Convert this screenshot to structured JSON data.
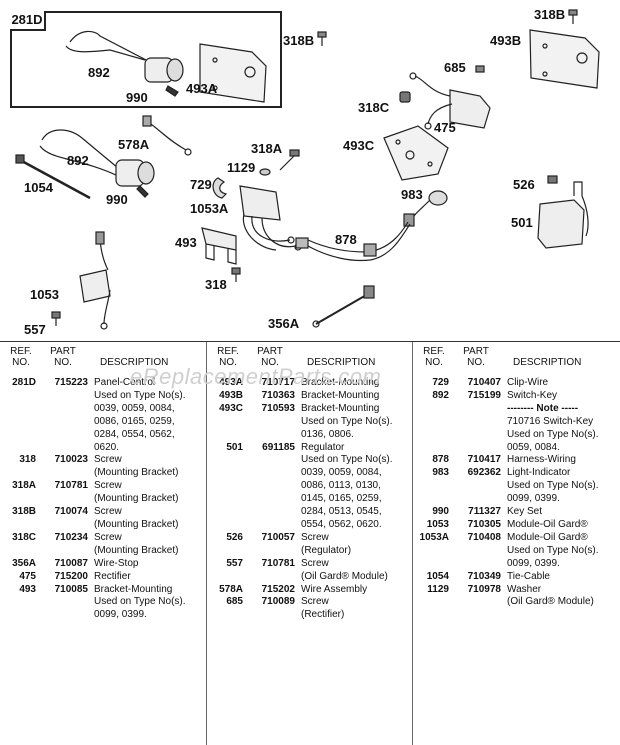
{
  "diagram": {
    "group_box_label": "281D",
    "callouts": [
      {
        "id": "892a",
        "text": "892"
      },
      {
        "id": "990a",
        "text": "990"
      },
      {
        "id": "493A",
        "text": "493A"
      },
      {
        "id": "318B_1",
        "text": "318B"
      },
      {
        "id": "318B_2",
        "text": "318B"
      },
      {
        "id": "493B",
        "text": "493B"
      },
      {
        "id": "685",
        "text": "685"
      },
      {
        "id": "318C",
        "text": "318C"
      },
      {
        "id": "475",
        "text": "475"
      },
      {
        "id": "493C",
        "text": "493C"
      },
      {
        "id": "578A",
        "text": "578A"
      },
      {
        "id": "892b",
        "text": "892"
      },
      {
        "id": "1054",
        "text": "1054"
      },
      {
        "id": "990b",
        "text": "990"
      },
      {
        "id": "318A",
        "text": "318A"
      },
      {
        "id": "1129",
        "text": "1129"
      },
      {
        "id": "729",
        "text": "729"
      },
      {
        "id": "1053A",
        "text": "1053A"
      },
      {
        "id": "983",
        "text": "983"
      },
      {
        "id": "526",
        "text": "526"
      },
      {
        "id": "501",
        "text": "501"
      },
      {
        "id": "878",
        "text": "878"
      },
      {
        "id": "493",
        "text": "493"
      },
      {
        "id": "318",
        "text": "318"
      },
      {
        "id": "1053",
        "text": "1053"
      },
      {
        "id": "557",
        "text": "557"
      },
      {
        "id": "356A",
        "text": "356A"
      }
    ],
    "watermark": "eReplacementParts.com"
  },
  "table": {
    "header": {
      "ref": "REF.\nNO.",
      "part": "PART\nNO.",
      "desc": "DESCRIPTION"
    },
    "columns": [
      [
        {
          "ref": "281D",
          "part": "715223",
          "desc": [
            "Panel-Control",
            "Used on Type No(s).",
            "0039, 0059, 0084,",
            "0086, 0165, 0259,",
            "0284, 0554, 0562,",
            "0620."
          ]
        },
        {
          "ref": "318",
          "part": "710023",
          "desc": [
            "Screw",
            "(Mounting Bracket)"
          ]
        },
        {
          "ref": "318A",
          "part": "710781",
          "desc": [
            "Screw",
            "(Mounting Bracket)"
          ]
        },
        {
          "ref": "318B",
          "part": "710074",
          "desc": [
            "Screw",
            "(Mounting Bracket)"
          ]
        },
        {
          "ref": "318C",
          "part": "710234",
          "desc": [
            "Screw",
            "(Mounting Bracket)"
          ]
        },
        {
          "ref": "356A",
          "part": "710087",
          "desc": [
            "Wire-Stop"
          ]
        },
        {
          "ref": "475",
          "part": "715200",
          "desc": [
            "Rectifier"
          ]
        },
        {
          "ref": "493",
          "part": "710085",
          "desc": [
            "Bracket-Mounting",
            "Used on Type No(s).",
            "0099, 0399."
          ]
        }
      ],
      [
        {
          "ref": "493A",
          "part": "710717",
          "desc": [
            "Bracket-Mounting"
          ]
        },
        {
          "ref": "493B",
          "part": "710363",
          "desc": [
            "Bracket-Mounting"
          ]
        },
        {
          "ref": "493C",
          "part": "710593",
          "desc": [
            "Bracket-Mounting",
            "Used on Type No(s).",
            "0136, 0806."
          ]
        },
        {
          "ref": "501",
          "part": "691185",
          "desc": [
            "Regulator",
            "Used on Type No(s).",
            "0039, 0059, 0084,",
            "0086, 0113, 0130,",
            "0145, 0165, 0259,",
            "0284, 0513, 0545,",
            "0554, 0562, 0620."
          ]
        },
        {
          "ref": "526",
          "part": "710057",
          "desc": [
            "Screw",
            "(Regulator)"
          ]
        },
        {
          "ref": "557",
          "part": "710781",
          "desc": [
            "Screw",
            "(Oil Gard® Module)"
          ]
        },
        {
          "ref": "578A",
          "part": "715202",
          "desc": [
            "Wire Assembly"
          ]
        },
        {
          "ref": "685",
          "part": "710089",
          "desc": [
            "Screw",
            "(Rectifier)"
          ]
        }
      ],
      [
        {
          "ref": "729",
          "part": "710407",
          "desc": [
            "Clip-Wire"
          ]
        },
        {
          "ref": "892",
          "part": "715199",
          "desc": [
            "Switch-Key"
          ]
        },
        {
          "ref": "",
          "part": "",
          "note": true,
          "desc": [
            "-------- Note -----"
          ]
        },
        {
          "ref": "",
          "part": "",
          "desc": [
            "710716 Switch-Key",
            "Used on Type No(s).",
            "0059, 0084."
          ]
        },
        {
          "ref": "878",
          "part": "710417",
          "desc": [
            "Harness-Wiring"
          ]
        },
        {
          "ref": "983",
          "part": "692362",
          "desc": [
            "Light-Indicator",
            "Used on Type No(s).",
            "0099, 0399."
          ]
        },
        {
          "ref": "990",
          "part": "711327",
          "desc": [
            "Key Set"
          ]
        },
        {
          "ref": "1053",
          "part": "710305",
          "desc": [
            "Module-Oil Gard®"
          ]
        },
        {
          "ref": "1053A",
          "part": "710408",
          "desc": [
            "Module-Oil Gard®",
            "Used on Type No(s).",
            "0099, 0399."
          ]
        },
        {
          "ref": "1054",
          "part": "710349",
          "desc": [
            "Tie-Cable"
          ]
        },
        {
          "ref": "1129",
          "part": "710978",
          "desc": [
            "Washer",
            "(Oil Gard® Module)"
          ]
        }
      ]
    ]
  }
}
